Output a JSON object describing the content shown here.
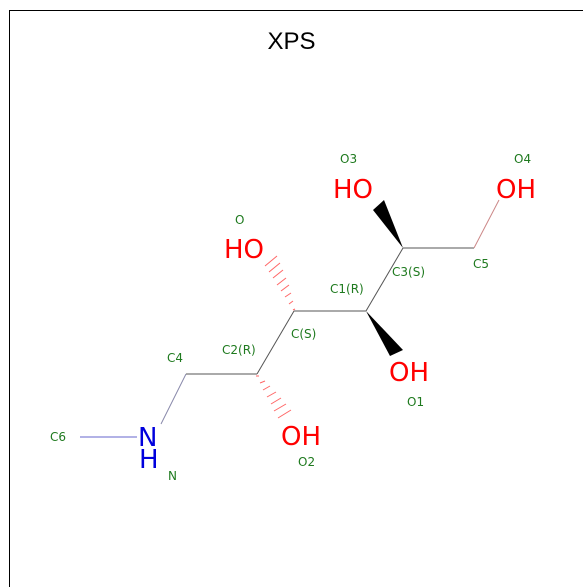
{
  "title": "XPS",
  "atom_labels": {
    "o3": "O3",
    "o4": "O4",
    "o": "O",
    "c5": "C5",
    "c3": "C3(S)",
    "c1": "C1(R)",
    "cs": "C(S)",
    "c2": "C2(R)",
    "c4": "C4",
    "o1": "O1",
    "c6": "C6",
    "o2": "O2",
    "n": "N"
  },
  "groups": {
    "oh_o3": "HO",
    "oh_o4": "OH",
    "oh_o": "HO",
    "oh_o1": "OH",
    "oh_o2": "OH",
    "nh_n": "N",
    "nh_h": "H"
  },
  "colors": {
    "bond": "#555555",
    "oxygen": "#ff0000",
    "nitrogen": "#0000dd",
    "label": "#1f7a1f"
  }
}
